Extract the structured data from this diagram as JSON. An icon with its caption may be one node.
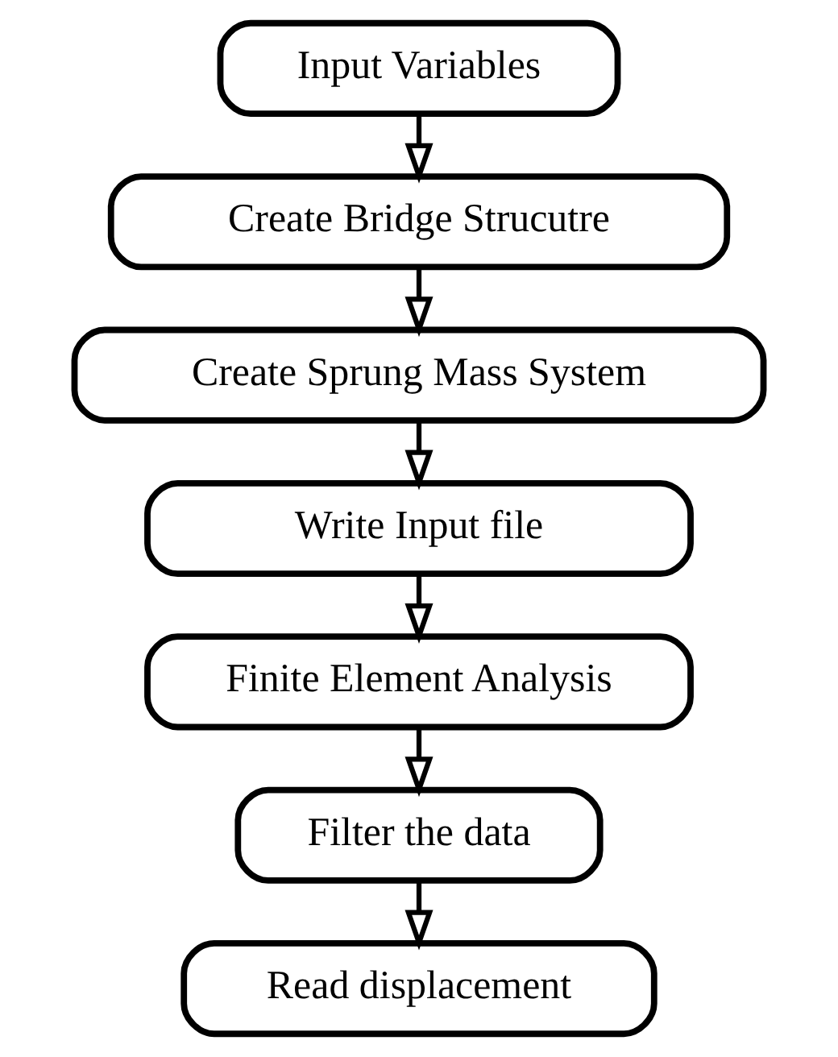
{
  "diagram": {
    "nodes": [
      {
        "text": [
          "Input Variables"
        ]
      },
      {
        "text": [
          "Create Bridge Strucutre"
        ]
      },
      {
        "text": [
          "Create Sprung Mass System"
        ]
      },
      {
        "text": [
          "Write Input file"
        ]
      },
      {
        "text": [
          "Finite Element Analysis"
        ]
      },
      {
        "text": [
          "Filter the data"
        ]
      },
      {
        "text": [
          "Read displacement"
        ]
      }
    ],
    "edges": [
      {
        "from": 0,
        "to": 1,
        "arrow": "to"
      },
      {
        "from": 1,
        "to": 2,
        "arrow": "to"
      },
      {
        "from": 2,
        "to": 3,
        "arrow": "to"
      },
      {
        "from": 3,
        "to": 4,
        "arrow": "to"
      },
      {
        "from": 4,
        "to": 5,
        "arrow": "to"
      },
      {
        "from": 5,
        "to": 6,
        "arrow": "to"
      }
    ]
  }
}
